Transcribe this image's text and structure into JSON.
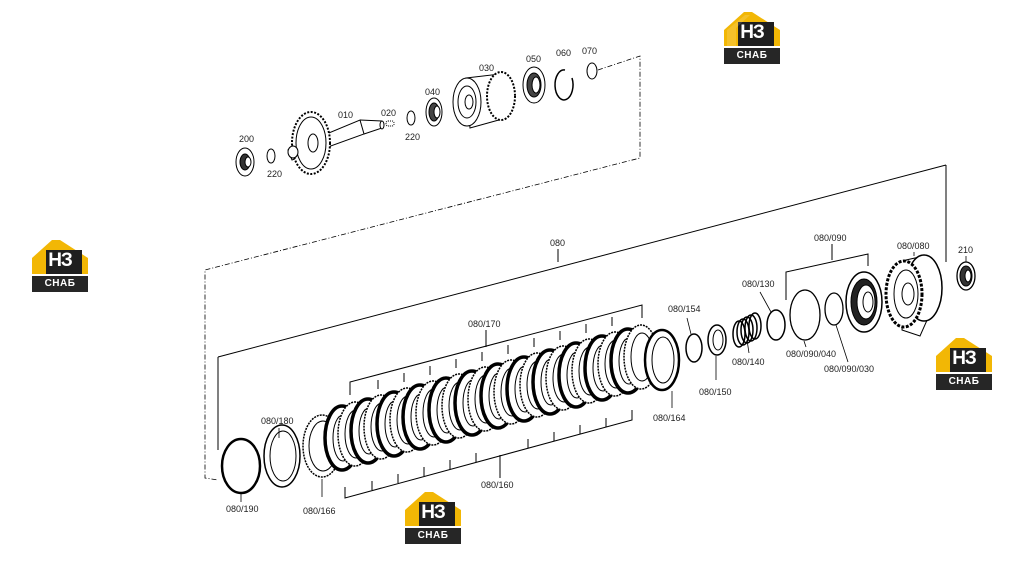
{
  "labels": {
    "l010": "010",
    "l020": "020",
    "l030": "030",
    "l040": "040",
    "l050": "050",
    "l060": "060",
    "l070": "070",
    "l080": "080",
    "l080_080": "080/080",
    "l080_090": "080/090",
    "l080_090_030": "080/090/030",
    "l080_090_040": "080/090/040",
    "l080_130": "080/130",
    "l080_140": "080/140",
    "l080_150": "080/150",
    "l080_154": "080/154",
    "l080_160": "080/160",
    "l080_164": "080/164",
    "l080_166": "080/166",
    "l080_170": "080/170",
    "l080_180": "080/180",
    "l080_190": "080/190",
    "l200": "200",
    "l210": "210",
    "l220a": "220",
    "l220b": "220"
  },
  "watermark": {
    "letters": "НЗ",
    "bar_text": "СНАБ",
    "colors": {
      "house": "#f2b705",
      "box": "#1f1f1f",
      "bar": "#262626",
      "text": "#ffffff"
    }
  }
}
